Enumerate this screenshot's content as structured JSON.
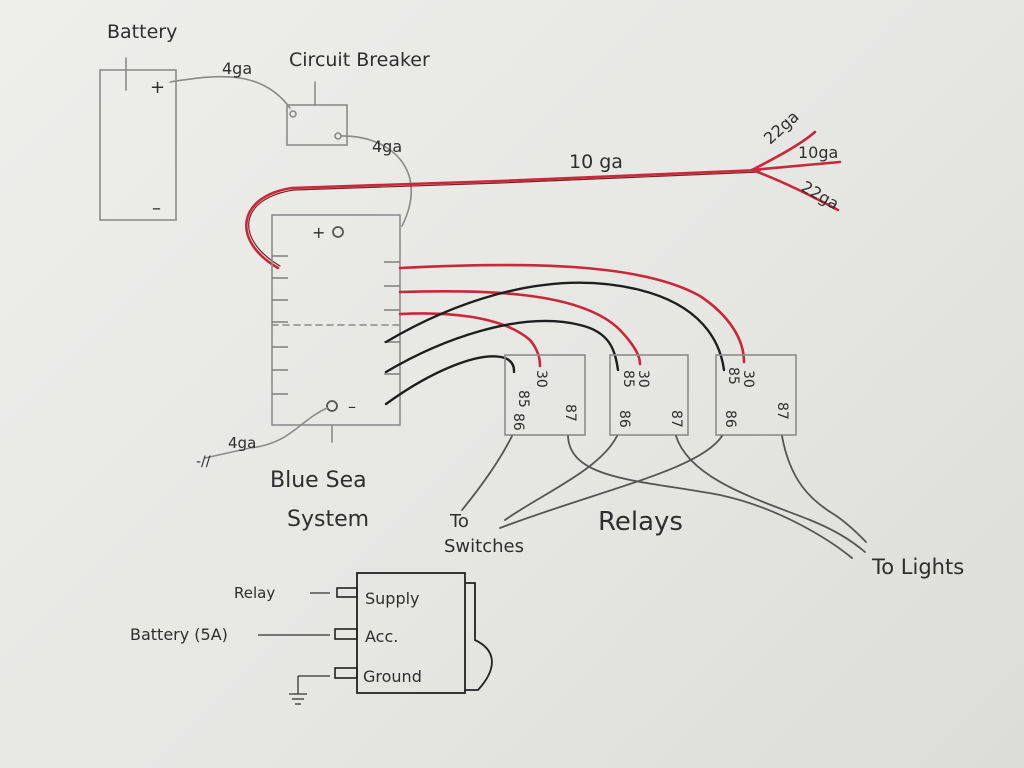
{
  "labels": {
    "battery": "Battery",
    "battery_plus": "+",
    "battery_minus": "–",
    "circuit_breaker": "Circuit Breaker",
    "gauge_battery_breaker": "4ga",
    "gauge_breaker_bus": "4ga",
    "gauge_ground": "4ga",
    "ground_mark": "-//",
    "gauge_main": "10 ga",
    "gauge_split_top": "22ga",
    "gauge_split_mid": "10ga",
    "gauge_split_bottom": "22ga",
    "fuse_block_line1": "Blue Sea",
    "fuse_block_line2": "System",
    "fuse_plus": "+",
    "fuse_minus": "–",
    "relays": "Relays",
    "to_switches_line1": "To",
    "to_switches_line2": "Switches",
    "to_lights": "To Lights"
  },
  "relays": [
    {
      "pin_85": "85",
      "pin_30": "30",
      "pin_86": "86",
      "pin_87": "87"
    },
    {
      "pin_85": "85",
      "pin_30": "30",
      "pin_86": "86",
      "pin_87": "87"
    },
    {
      "pin_85": "85",
      "pin_30": "30",
      "pin_86": "86",
      "pin_87": "87"
    }
  ],
  "switch": {
    "relay": "Relay",
    "battery": "Battery (5A)",
    "supply": "Supply",
    "acc": "Acc.",
    "ground": "Ground"
  },
  "colors": {
    "positive_wire": "#c8283a",
    "signal_wire": "#1e1e1e",
    "pencil": "#8a8a8a"
  }
}
